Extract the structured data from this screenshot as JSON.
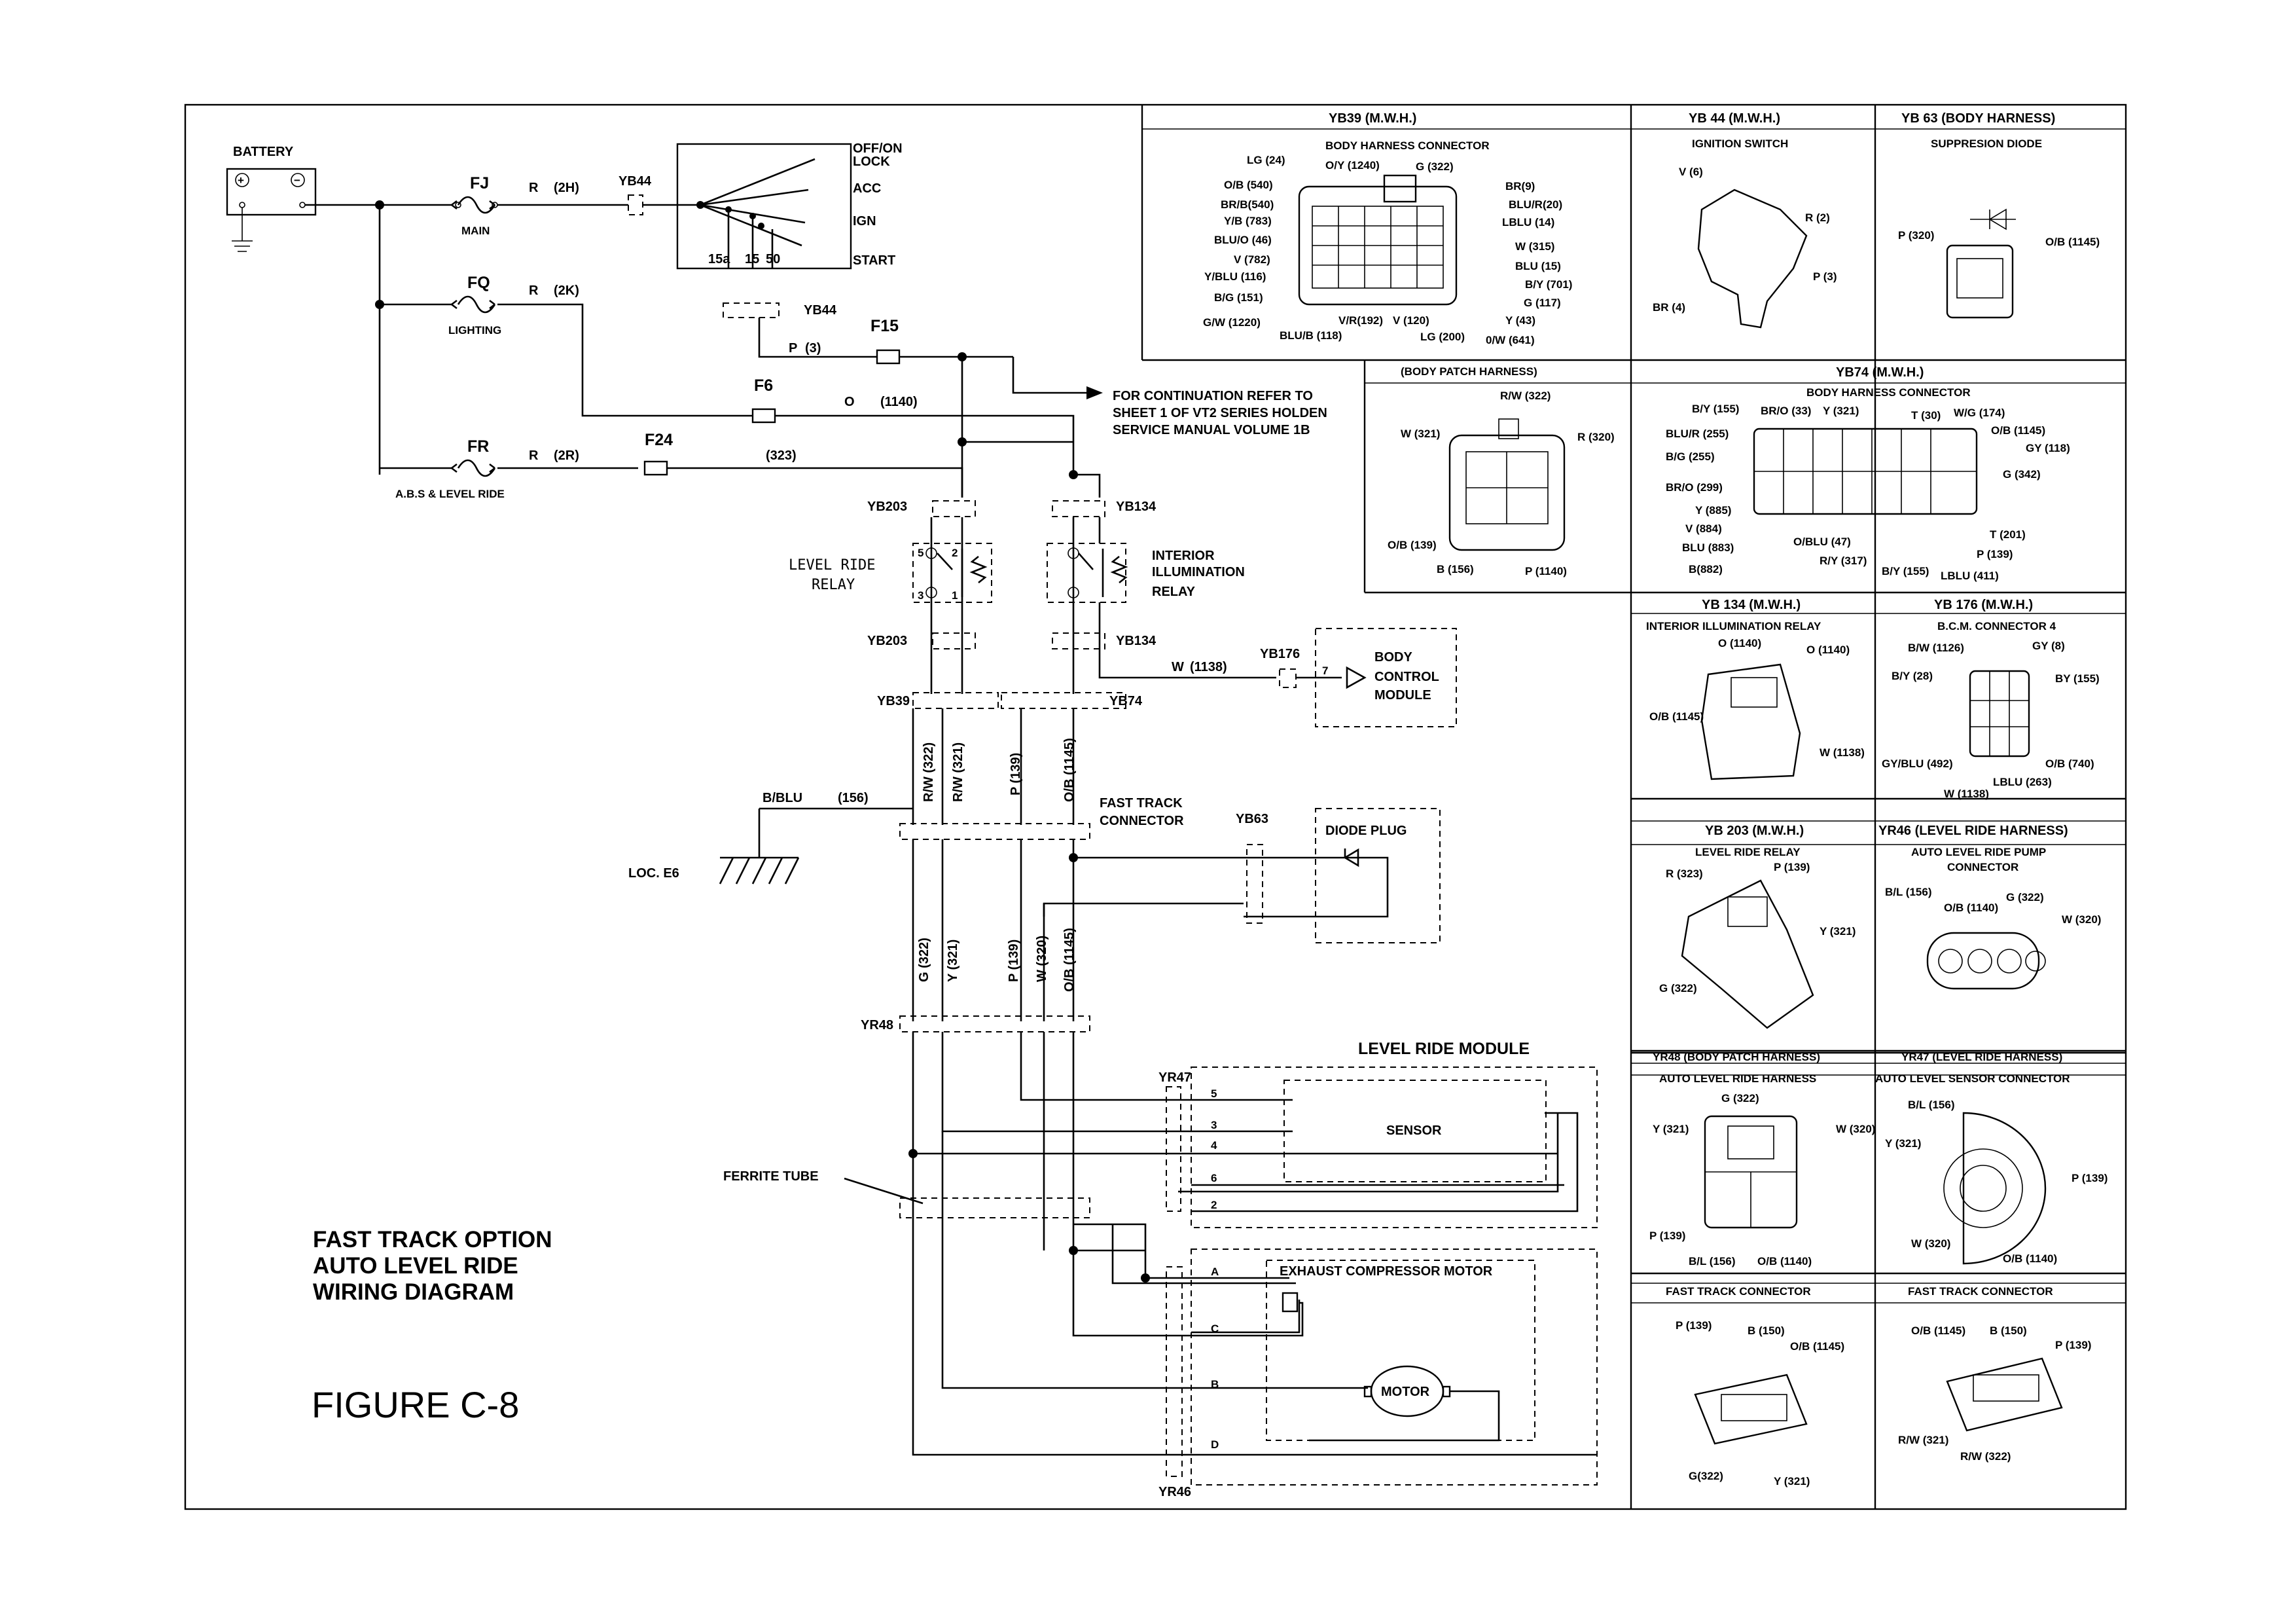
{
  "battery": {
    "label": "BATTERY",
    "plus": "+",
    "minus": "−"
  },
  "fuses": {
    "fj": {
      "name": "FJ",
      "wire": "R",
      "code": "(2H)",
      "label": "MAIN"
    },
    "fq": {
      "name": "FQ",
      "wire": "R",
      "code": "(2K)",
      "label": "LIGHTING"
    },
    "fr": {
      "name": "FR",
      "wire": "R",
      "code": "(2R)",
      "label": "A.B.S & LEVEL RIDE"
    },
    "f15": {
      "name": "F15",
      "wire": "P",
      "code": "(3)"
    },
    "f6": {
      "name": "F6",
      "wire": "O",
      "code": "(1140)"
    },
    "f24": {
      "name": "F24",
      "code": "(323)"
    }
  },
  "ignition": {
    "connector_top": "YB44",
    "connector_bottom": "YB44",
    "positions": [
      "OFF/ON",
      "LOCK",
      "ACC",
      "IGN",
      "START"
    ],
    "terminals": [
      "15a",
      "15",
      "50"
    ]
  },
  "continuation": [
    "FOR CONTINUATION REFER TO",
    "SHEET 1 OF VT2 SERIES HOLDEN",
    "SERVICE MANUAL VOLUME 1B"
  ],
  "relays": {
    "level_ride": {
      "line1": "LEVEL RIDE",
      "line2": "RELAY",
      "conn_top": "YB203",
      "conn_bottom": "YB203",
      "pins": [
        "5",
        "2",
        "3",
        "1"
      ]
    },
    "interior": {
      "line1": "INTERIOR",
      "line2": "ILLUMINATION",
      "line3": "RELAY",
      "conn_top": "YB134",
      "conn_bottom": "YB134"
    }
  },
  "bcm": {
    "line1": "BODY",
    "line2": "CONTROL",
    "line3": "MODULE",
    "connector": "YB176",
    "wire": "W",
    "code": "(1138)",
    "pin": "7"
  },
  "connectors": {
    "yb39": "YB39",
    "yb74": "YB74",
    "yb63": "YB63",
    "yr48": "YR48",
    "yr47": "YR47",
    "yr46": "YR46"
  },
  "vertical_wires_top": [
    "R/W (322)",
    "R/W (321)",
    "P (139)",
    "O/B (1145)"
  ],
  "vertical_wires_bottom": [
    "G (322)",
    "Y (321)",
    "P (139)",
    "W (320)",
    "O/B (1145)"
  ],
  "ground": {
    "wire": "B/BLU",
    "code": "(156)",
    "location": "LOC. E6"
  },
  "fast_track": {
    "line1": "FAST TRACK",
    "line2": "CONNECTOR"
  },
  "diode_plug": "DIODE PLUG",
  "ferrite": "FERRITE TUBE",
  "module": {
    "title": "LEVEL RIDE MODULE",
    "sensor": "SENSOR",
    "pins_yr47": [
      "5",
      "3",
      "4",
      "6",
      "2"
    ],
    "compressor": "EXHAUST COMPRESSOR MOTOR",
    "motor": "MOTOR",
    "pins_yr46": [
      "A",
      "C",
      "B",
      "D"
    ]
  },
  "title": {
    "line1": "FAST TRACK OPTION",
    "line2": "AUTO LEVEL RIDE",
    "line3": "WIRING DIAGRAM",
    "figure": "FIGURE C-8"
  },
  "panels": {
    "yb39": {
      "header": "YB39 (M.W.H.)",
      "sub": "BODY HARNESS CONNECTOR",
      "left": [
        "LG (24)",
        "O/B (540)",
        "BR/B(540)",
        "Y/B (783)",
        "BLU/O (46)",
        "V (782)",
        "Y/BLU (116)",
        "B/G (151)",
        "G/W (1220)"
      ],
      "top": [
        "O/Y (1240)",
        "G (322)"
      ],
      "right": [
        "BR(9)",
        "BLU/R(20)",
        "LBLU (14)",
        "W (315)",
        "BLU (15)",
        "B/Y (701)",
        "G (117)",
        "Y (43)",
        "0/W (641)"
      ],
      "bottom": [
        "BLU/B (118)",
        "V/R(192)",
        "V (120)",
        "LG (200)"
      ]
    },
    "yb44": {
      "header": "YB 44 (M.W.H.)",
      "sub": "IGNITION SWITCH",
      "labels": [
        "V (6)",
        "R (2)",
        "P (3)",
        "BR (4)"
      ]
    },
    "yb63": {
      "header": "YB 63 (BODY HARNESS)",
      "sub": "SUPPRESION DIODE",
      "labels": [
        "P (320)",
        "O/B (1145)"
      ]
    },
    "patch": {
      "header": "(BODY PATCH HARNESS)",
      "labels": [
        "R/W (322)",
        "W (321)",
        "R (320)",
        "O/B (139)",
        "B (156)",
        "P (1140)"
      ]
    },
    "yb74": {
      "header": "YB74 (M.W.H.)",
      "sub": "BODY HARNESS CONNECTOR",
      "labels": [
        "B/Y (155)",
        "BR/O (33)",
        "Y (321)",
        "T (30)",
        "W/G (174)",
        "BLU/R (255)",
        "O/B (1145)",
        "B/G (255)",
        "GY (118)",
        "G (342)",
        "BR/O (299)",
        "Y (885)",
        "V (884)",
        "BLU (883)",
        "B(882)",
        "O/BLU (47)",
        "R/Y (317)",
        "B/Y (155)",
        "LBLU (411)",
        "P (139)",
        "T (201)"
      ]
    },
    "yb134": {
      "header": "YB 134 (M.W.H.)",
      "sub": "INTERIOR ILLUMINATION RELAY",
      "labels": [
        "O (1140)",
        "O (1140)",
        "O/B (1145)",
        "W (1138)"
      ]
    },
    "yb176": {
      "header": "YB 176 (M.W.H.)",
      "sub": "B.C.M. CONNECTOR 4",
      "labels": [
        "B/W (1126)",
        "GY (8)",
        "B/Y (28)",
        "BY (155)",
        "GY/BLU (492)",
        "O/B (740)",
        "LBLU (263)",
        "W (1138)"
      ]
    },
    "yb203": {
      "header": "YB 203 (M.W.H.)",
      "sub": "LEVEL RIDE RELAY",
      "labels": [
        "R (323)",
        "P (139)",
        "Y (321)",
        "G (322)"
      ]
    },
    "yr46": {
      "header": "YR46 (LEVEL RIDE HARNESS)",
      "sub": "AUTO LEVEL RIDE PUMP",
      "sub2": "CONNECTOR",
      "labels": [
        "B/L (156)",
        "O/B (1140)",
        "G (322)",
        "W (320)"
      ]
    },
    "yr48": {
      "header": "YR48 (BODY PATCH HARNESS)",
      "sub": "AUTO LEVEL RIDE HARNESS",
      "labels": [
        "G (322)",
        "Y (321)",
        "W (320)",
        "P (139)",
        "B/L (156)",
        "O/B (1140)"
      ]
    },
    "yr47": {
      "header": "YR47 (LEVEL RIDE HARNESS)",
      "sub": "AUTO LEVEL SENSOR CONNECTOR",
      "labels": [
        "B/L (156)",
        "Y (321)",
        "P (139)",
        "W (320)",
        "O/B (1140)"
      ]
    },
    "ft1": {
      "header": "FAST  TRACK CONNECTOR",
      "labels": [
        "P (139)",
        "B (150)",
        "O/B (1145)",
        "G(322)",
        "Y (321)"
      ]
    },
    "ft2": {
      "header": "FAST  TRACK CONNECTOR",
      "labels": [
        "O/B (1145)",
        "B (150)",
        "P (139)",
        "R/W (321)",
        "R/W (322)"
      ]
    }
  }
}
